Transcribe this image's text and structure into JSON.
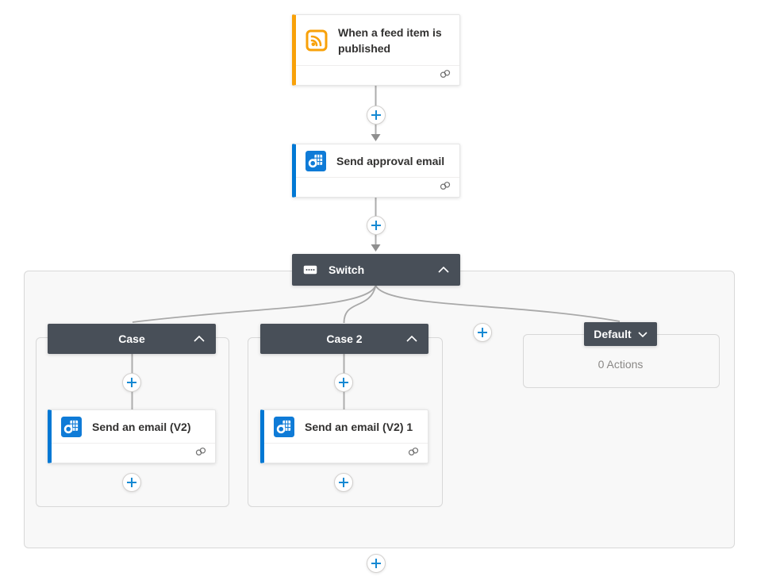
{
  "app": {
    "name": "Flow designer canvas"
  },
  "colors": {
    "accent_orange": "#F8A109",
    "accent_blue": "#0078D4",
    "scope_header_dark": "#484F58",
    "plus_blue": "#1489D3",
    "connector_gray": "#A9A9A9",
    "container_bg": "#F8F8F8",
    "muted_text": "#8A8886",
    "title_text": "#323130"
  },
  "trigger": {
    "title": "When a feed item is published",
    "icon": "rss-icon"
  },
  "approval": {
    "title": "Send approval email",
    "icon": "outlook-icon"
  },
  "switch": {
    "label": "Switch",
    "icon": "switch-icon",
    "collapse_icon": "chevron-up-icon",
    "cases": [
      {
        "label": "Case",
        "collapse_icon": "chevron-up-icon",
        "action": {
          "title": "Send an email (V2)",
          "icon": "outlook-icon"
        }
      },
      {
        "label": "Case 2",
        "collapse_icon": "chevron-up-icon",
        "action": {
          "title": "Send an email (V2) 1",
          "icon": "outlook-icon"
        }
      }
    ],
    "default_case": {
      "label": "Default",
      "expand_icon": "chevron-down-icon",
      "empty_text": "0 Actions"
    }
  }
}
